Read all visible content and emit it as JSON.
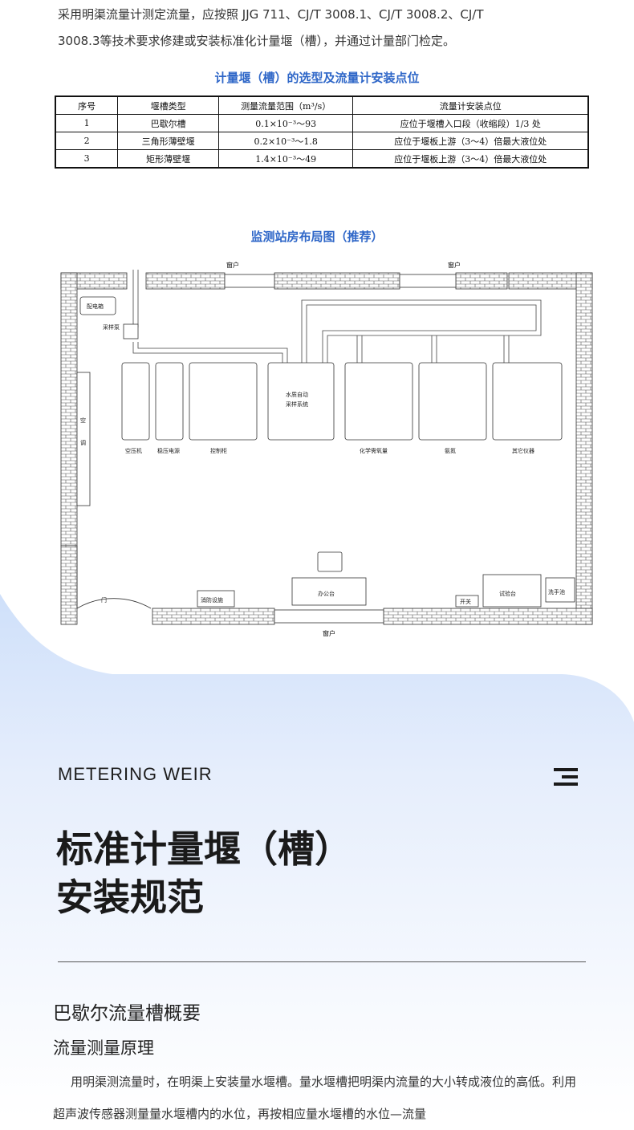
{
  "intro": {
    "line1": "采用明渠流量计测定流量，应按照 JJG 711、CJ/T 3008.1、CJ/T 3008.2、CJ/T",
    "line2": "3008.3等技术要求修建或安装标准化计量堰（槽），并通过计量部门检定。"
  },
  "table": {
    "title": "计量堰（槽）的选型及流量计安装点位",
    "headers": [
      "序号",
      "堰槽类型",
      "测量流量范围（m³/s）",
      "流量计安装点位"
    ],
    "rows": [
      [
        "1",
        "巴歇尔槽",
        "0.1×10⁻³～93",
        "应位于堰槽入口段（收缩段）1/3 处"
      ],
      [
        "2",
        "三角形薄壁堰",
        "0.2×10⁻³～1.8",
        "应位于堰板上游（3～4）倍最大液位处"
      ],
      [
        "3",
        "矩形薄壁堰",
        "1.4×10⁻³～49",
        "应位于堰板上游（3～4）倍最大液位处"
      ]
    ]
  },
  "layout": {
    "title": "监测站房布局图（推荐）",
    "labels": {
      "window": "窗户",
      "distribution_box": "配电箱",
      "sampler": "采样泵",
      "ac": "空调",
      "compressor": "空压机",
      "stabilizer": "稳压电源",
      "control_cabinet": "控制柜",
      "water_quality_line1": "水质自动",
      "water_quality_line2": "采样系统",
      "cod": "化学需氧量",
      "ammonia": "氨氮",
      "other_instruments": "其它仪器",
      "door": "门",
      "fire_equipment": "消防设施",
      "office_desk": "办公台",
      "switch": "开关",
      "test_bench": "试验台",
      "wash_basin": "洗手池"
    }
  },
  "section": {
    "tag": "METERING WEIR",
    "heading_line1": "标准计量堰（槽）",
    "heading_line2": "安装规范",
    "sub1": "巴歇尔流量槽概要",
    "sub2": "流量测量原理",
    "body": "用明渠测流量时，在明渠上安装量水堰槽。量水堰槽把明渠内流量的大小转成液位的高低。利用超声波传感器测量量水堰槽内的水位，再按相应量水堰槽的水位—流量"
  },
  "colors": {
    "accent_blue": "#2f67c8",
    "swoosh": "#dbe8fb"
  }
}
